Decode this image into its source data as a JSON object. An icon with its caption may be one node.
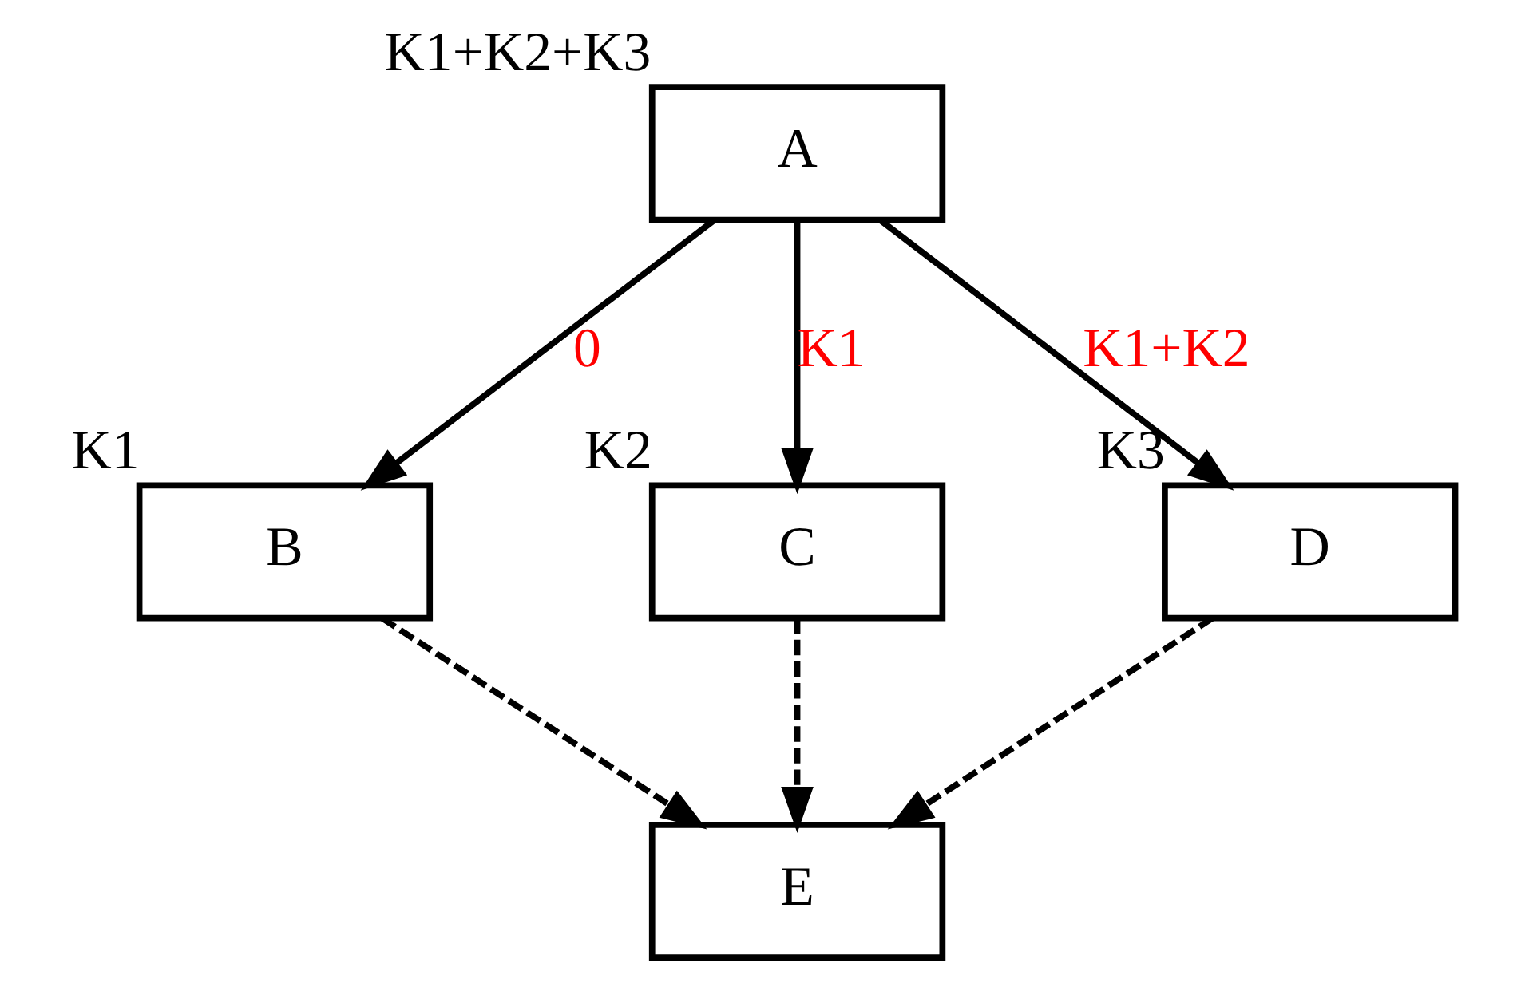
{
  "diagram": {
    "nodes": [
      {
        "text": [
          "A"
        ],
        "beside": [
          "K1+K2+K3"
        ]
      },
      {
        "text": [
          "B"
        ],
        "beside": [
          "K1"
        ]
      },
      {
        "text": [
          "C"
        ],
        "beside": [
          "K2"
        ]
      },
      {
        "text": [
          "D"
        ],
        "beside": [
          "K3"
        ]
      },
      {
        "text": [
          "E"
        ]
      }
    ],
    "edges": [
      {
        "from": 0,
        "to": 1,
        "arrow": "to",
        "label": "0"
      },
      {
        "from": 0,
        "to": 2,
        "arrow": "to",
        "label": "K1"
      },
      {
        "from": 0,
        "to": 3,
        "arrow": "to",
        "label": "K1+K2"
      },
      {
        "from": 1,
        "to": 4,
        "arrow": "to",
        "style": "dashed"
      },
      {
        "from": 2,
        "to": 4,
        "arrow": "to",
        "style": "dashed"
      },
      {
        "from": 3,
        "to": 4,
        "arrow": "to",
        "style": "dashed"
      }
    ]
  }
}
